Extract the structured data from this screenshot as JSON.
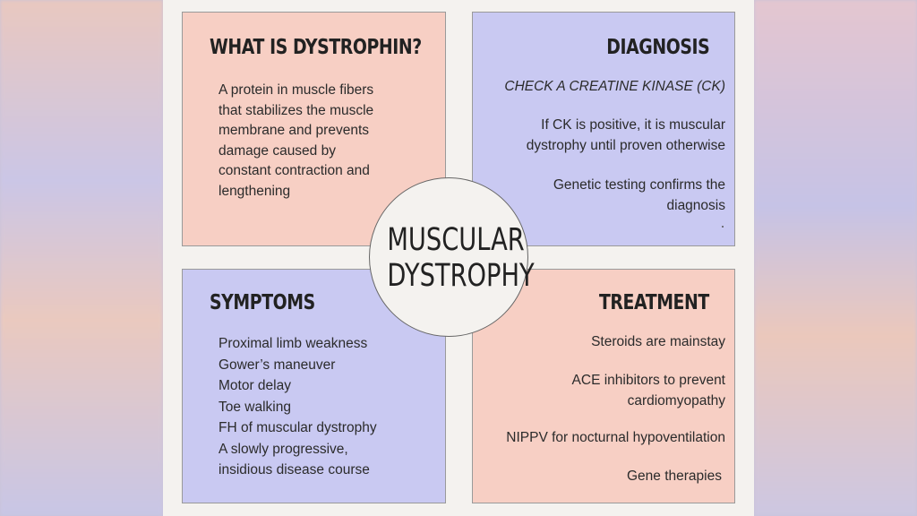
{
  "what": {
    "title": "WHAT IS DYSTROPHIN?",
    "lines": [
      "A protein in muscle fibers",
      "that stabilizes the muscle",
      "membrane and prevents",
      "damage caused by",
      "constant contraction and",
      "lengthening"
    ]
  },
  "diagnosis": {
    "title": "DIAGNOSIS",
    "subtitle": "CHECK A CREATINE KINASE (CK)",
    "para1": [
      "If CK is positive, it is muscular",
      "dystrophy until proven otherwise"
    ],
    "para2": [
      "Genetic testing confirms the",
      "diagnosis"
    ]
  },
  "center": {
    "line1": "MUSCULAR",
    "line2": "DYSTROPHY"
  },
  "symptoms": {
    "title": "SYMPTOMS",
    "lines": [
      "Proximal limb weakness",
      "Gower’s maneuver",
      "Motor delay",
      "Toe walking",
      "FH of muscular dystrophy",
      "A slowly progressive,",
      "insidious disease course"
    ]
  },
  "treatment": {
    "title": "TREATMENT",
    "item1": "Steroids are mainstay",
    "item2": [
      "ACE inhibitors to prevent",
      "cardiomyopathy"
    ],
    "item3": "NIPPV for nocturnal hypoventilation",
    "item4": "Gene therapies"
  },
  "colors": {
    "pink_card": "#f7cfc4",
    "blue_card": "#c9c9f2",
    "sheet": "#f4f2ef"
  }
}
